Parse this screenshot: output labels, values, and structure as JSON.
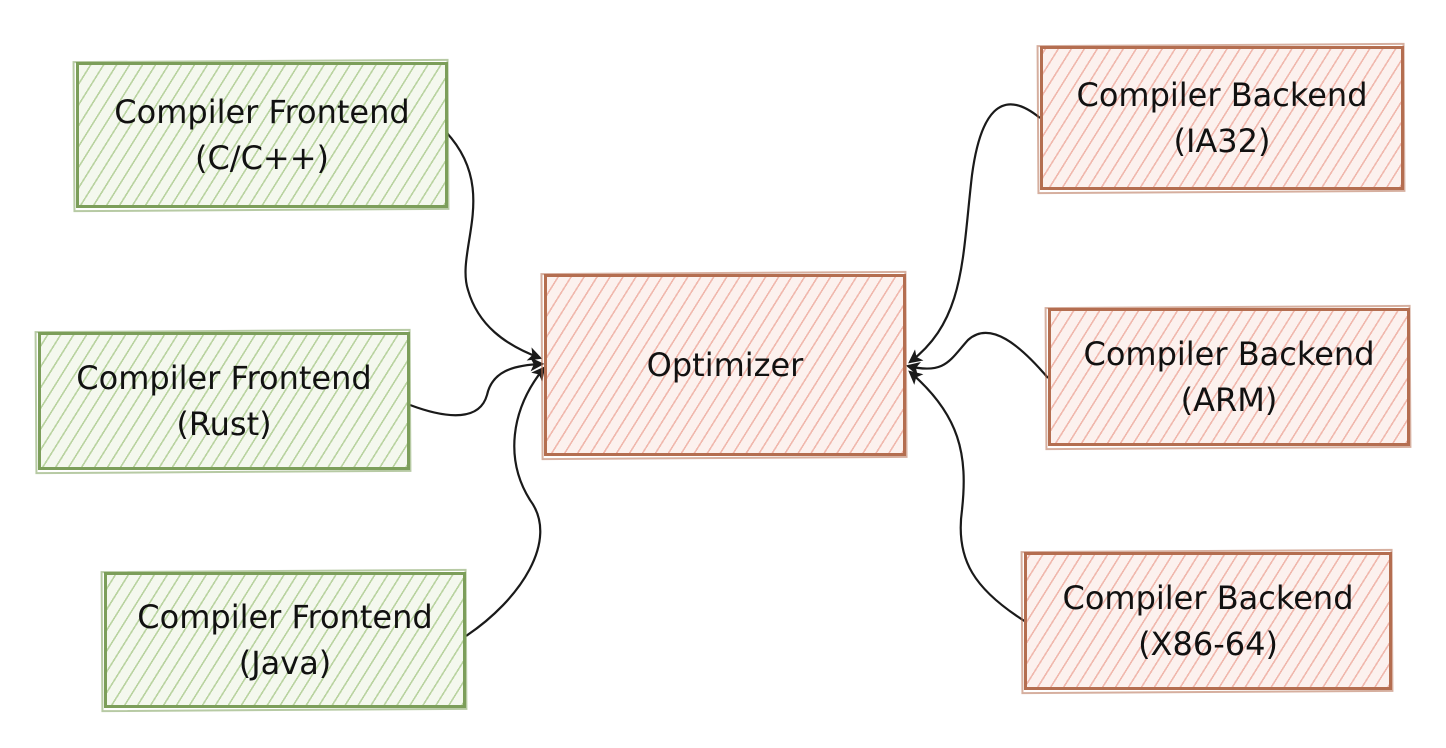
{
  "diagram": {
    "colors": {
      "frontend_border": "#7c9e5a",
      "frontend_fill": "#f4f8ee",
      "frontend_hatch": "#b9d3a0",
      "backend_border": "#b46e50",
      "backend_fill": "#fcf1ee",
      "backend_hatch": "#f0b8ad",
      "arrow": "#1a1a1a"
    },
    "frontends": [
      {
        "id": "fe-cpp",
        "line1": "Compiler Frontend",
        "line2": "(C/C++)"
      },
      {
        "id": "fe-rust",
        "line1": "Compiler Frontend",
        "line2": "(Rust)"
      },
      {
        "id": "fe-java",
        "line1": "Compiler Frontend",
        "line2": "(Java)"
      }
    ],
    "optimizer": {
      "id": "opt",
      "label": "Optimizer"
    },
    "backends": [
      {
        "id": "be-ia32",
        "line1": "Compiler Backend",
        "line2": "(IA32)"
      },
      {
        "id": "be-arm",
        "line1": "Compiler Backend",
        "line2": "(ARM)"
      },
      {
        "id": "be-x86",
        "line1": "Compiler Backend",
        "line2": "(X86-64)"
      }
    ],
    "edges": [
      {
        "from": "fe-cpp",
        "to": "opt"
      },
      {
        "from": "fe-rust",
        "to": "opt"
      },
      {
        "from": "fe-java",
        "to": "opt"
      },
      {
        "from": "be-ia32",
        "to": "opt"
      },
      {
        "from": "be-arm",
        "to": "opt"
      },
      {
        "from": "be-x86",
        "to": "opt"
      }
    ]
  }
}
